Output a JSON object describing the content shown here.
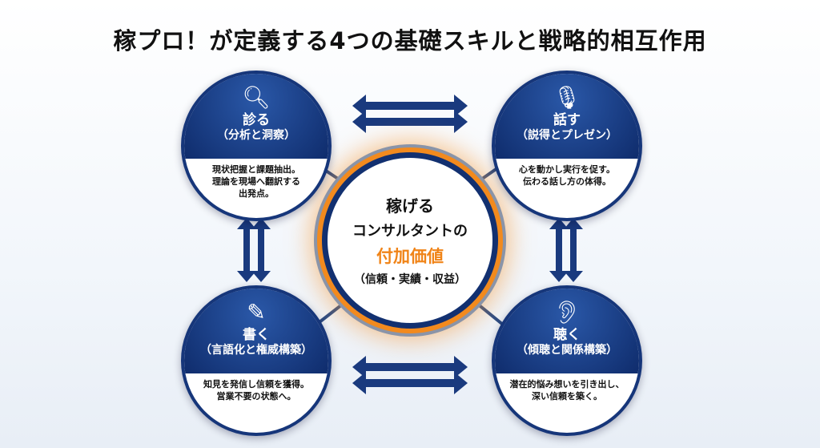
{
  "title": "稼プロ！が定義する4つの基礎スキルと戦略的相互作用",
  "center": {
    "line1": "稼げる",
    "line2": "コンサルタントの",
    "line3": "付加価値",
    "line4": "（信頼・実績・収益）",
    "accent": "#f08418"
  },
  "nodes": [
    {
      "icon": "magnifier-chart-icon",
      "name": "診る",
      "sub": "（分析と洞察）",
      "desc": [
        "現状把握と課題抽出。",
        "理論を現場へ翻訳する",
        "出発点。"
      ]
    },
    {
      "icon": "microphone-speech-icon",
      "name": "話す",
      "sub": "（説得とプレゼン）",
      "desc": [
        "心を動かし実行を促す。",
        "伝わる話し方の体得。"
      ]
    },
    {
      "icon": "document-pen-icon",
      "name": "書く",
      "sub": "（言語化と権威構築）",
      "desc": [
        "知見を発信し信頼を獲得。",
        "営業不要の状態へ。"
      ]
    },
    {
      "icon": "ear-icon",
      "name": "聴く",
      "sub": "（傾聴と関係構築）",
      "desc": [
        "潜在的悩み想いを引き出し、",
        "深い信頼を築く。"
      ]
    }
  ]
}
